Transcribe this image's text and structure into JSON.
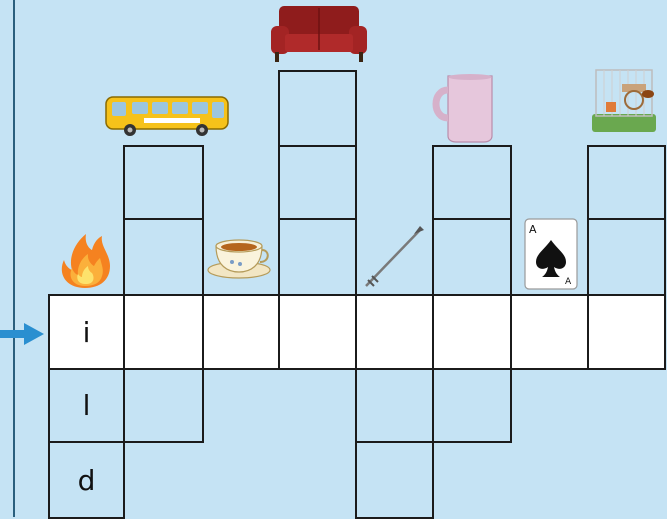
{
  "puzzle": {
    "row_arrow": "right-arrow-icon",
    "answer_letters": [
      "i",
      "l",
      "d"
    ],
    "clues": [
      {
        "column": 1,
        "icon": "fire-icon"
      },
      {
        "column": 2,
        "icon": "bus-icon"
      },
      {
        "column": 3,
        "icon": "teacup-icon"
      },
      {
        "column": 4,
        "icon": "sofa-icon"
      },
      {
        "column": 5,
        "icon": "arrow-spear-icon"
      },
      {
        "column": 6,
        "icon": "mug-icon"
      },
      {
        "column": 7,
        "icon": "ace-of-spades-card-icon"
      },
      {
        "column": 8,
        "icon": "hamster-cage-icon"
      }
    ],
    "colors": {
      "background": "#c5e3f4",
      "grid_line": "#1b1b1b",
      "highlight_row": "#ffffff",
      "arrow": "#2a8fd0"
    }
  }
}
